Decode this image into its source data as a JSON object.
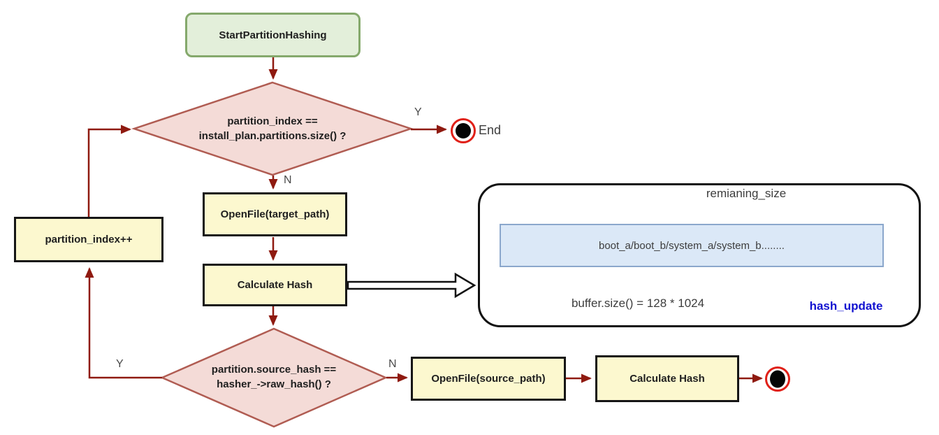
{
  "colors": {
    "arrow_red": "#8f1a10",
    "diamond_fill": "#f4dbd7",
    "diamond_border": "#b05c52",
    "process_fill": "#fcf8cf",
    "process_border": "#161616",
    "start_fill": "#e3efda",
    "start_border": "#85a96c",
    "end_ring_red": "#e02018",
    "buffer_bar_fill": "#dbe8f7",
    "buffer_bar_border": "#8ba7cc",
    "brace_blue": "#8aa5d6",
    "hash_update_blue": "#1212d0"
  },
  "nodes": {
    "start": {
      "label": "StartPartitionHashing"
    },
    "decision_partition_index": {
      "line1": "partition_index ==",
      "line2": "install_plan.partitions.size() ?"
    },
    "end": {
      "label": "End"
    },
    "open_target": {
      "label": "OpenFile(target_path)"
    },
    "calculate_hash_1": {
      "label": "Calculate Hash"
    },
    "partition_increment": {
      "label": "partition_index++"
    },
    "decision_source_hash": {
      "line1": "partition.source_hash ==",
      "line2": "hasher_->raw_hash() ?"
    },
    "open_source": {
      "label": "OpenFile(source_path)"
    },
    "calculate_hash_2": {
      "label": "Calculate Hash"
    }
  },
  "edge_labels": {
    "decision1_yes": "Y",
    "decision1_no": "N",
    "decision2_yes": "Y",
    "decision2_no": "N"
  },
  "callout": {
    "brace_label": "remianing_size",
    "buffer_bar_text": "boot_a/boot_b/system_a/system_b........",
    "buffer_size_text": "buffer.size() = 128 * 1024",
    "function_name": "hash_update"
  }
}
